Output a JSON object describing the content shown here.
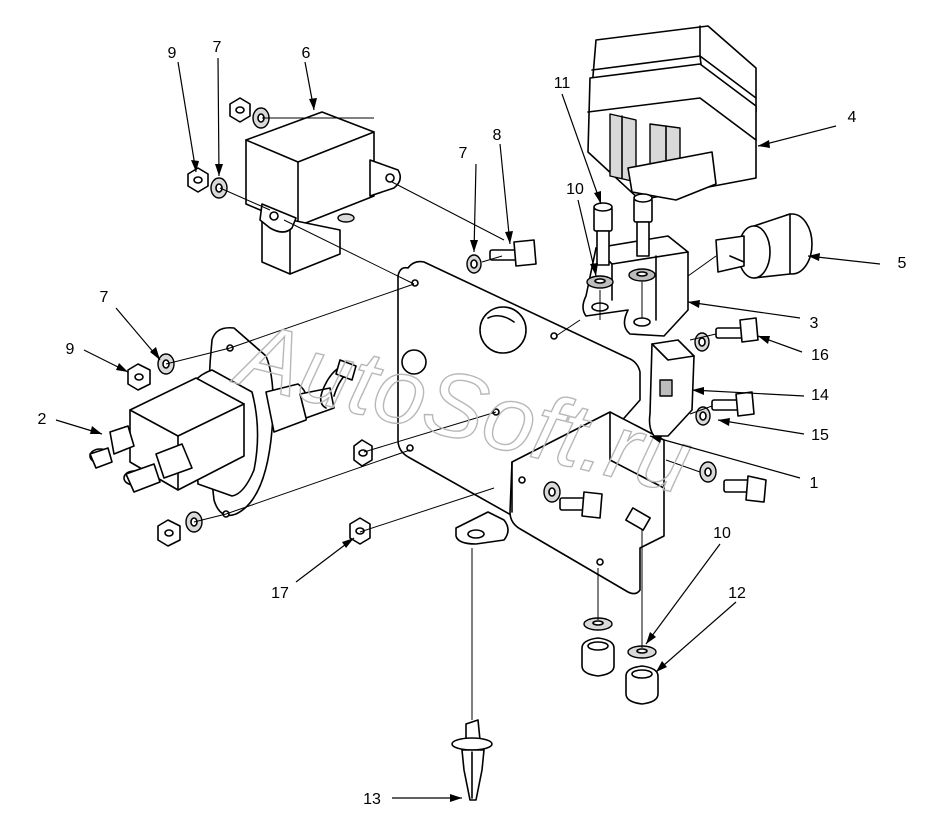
{
  "watermark": "AutoSoft.ru",
  "callouts": [
    {
      "id": "c9a",
      "label": "9"
    },
    {
      "id": "c7a",
      "label": "7"
    },
    {
      "id": "c6",
      "label": "6"
    },
    {
      "id": "c11",
      "label": "11"
    },
    {
      "id": "c4",
      "label": "4"
    },
    {
      "id": "c7b",
      "label": "7"
    },
    {
      "id": "c8",
      "label": "8"
    },
    {
      "id": "c10a",
      "label": "10"
    },
    {
      "id": "c5",
      "label": "5"
    },
    {
      "id": "c7c",
      "label": "7"
    },
    {
      "id": "c9b",
      "label": "9"
    },
    {
      "id": "c3",
      "label": "3"
    },
    {
      "id": "c16",
      "label": "16"
    },
    {
      "id": "c14",
      "label": "14"
    },
    {
      "id": "c2",
      "label": "2"
    },
    {
      "id": "c15",
      "label": "15"
    },
    {
      "id": "c1",
      "label": "1"
    },
    {
      "id": "c10b",
      "label": "10"
    },
    {
      "id": "c12",
      "label": "12"
    },
    {
      "id": "c17",
      "label": "17"
    },
    {
      "id": "c13",
      "label": "13"
    }
  ]
}
